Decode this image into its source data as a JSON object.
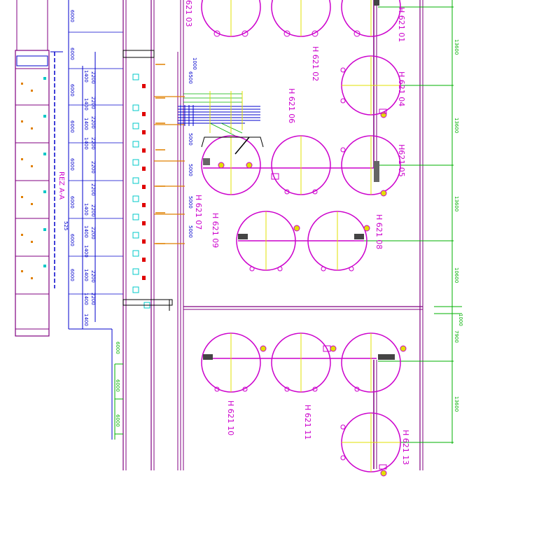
{
  "colors": {
    "tank": "#cc00cc",
    "axis": "#e0e000",
    "dim": "#00b000",
    "blue": "#0000cc",
    "cyan": "#00c8c8",
    "red": "#e00000",
    "orange": "#e08000",
    "struct": "#800080",
    "dark": "#000000"
  },
  "tanks": [
    {
      "id": "t01",
      "label": "H 621 01"
    },
    {
      "id": "t02",
      "label": "H 621 02"
    },
    {
      "id": "t03",
      "label": "621 03"
    },
    {
      "id": "t04",
      "label": "H 621 04"
    },
    {
      "id": "t05",
      "label": "H621 05"
    },
    {
      "id": "t06",
      "label": "H 621 06"
    },
    {
      "id": "t07",
      "label": "H 621 07"
    },
    {
      "id": "t08",
      "label": "H 621 08"
    },
    {
      "id": "t09",
      "label": "H 621 09"
    },
    {
      "id": "t10",
      "label": "H 621 10"
    },
    {
      "id": "t11",
      "label": "H 621 11"
    },
    {
      "id": "t13",
      "label": "H 621 13"
    }
  ],
  "section_label": "REZ A-A",
  "dims_right": [
    "13600",
    "13600",
    "13600",
    "10600",
    "1000",
    "7900",
    "13600"
  ],
  "dims_left_6000": [
    "6000",
    "6000",
    "6000",
    "6000",
    "6000",
    "6000",
    "6000",
    "6000"
  ],
  "dims_1400": [
    "1400",
    "1400",
    "1400",
    "1400",
    "1400",
    "1400",
    "1400",
    "1400",
    "1400",
    "1400"
  ],
  "dims_2200": [
    "2200",
    "2200",
    "2200",
    "2200",
    "2200",
    "2200",
    "2200",
    "2200",
    "2200",
    "2200"
  ],
  "dims_mid": [
    "5000",
    "5000",
    "5000",
    "5000"
  ],
  "dims_top": [
    "1000",
    "6500"
  ],
  "dims_bottom_left": [
    "6000",
    "6000",
    "6000"
  ],
  "dim_small": "525"
}
